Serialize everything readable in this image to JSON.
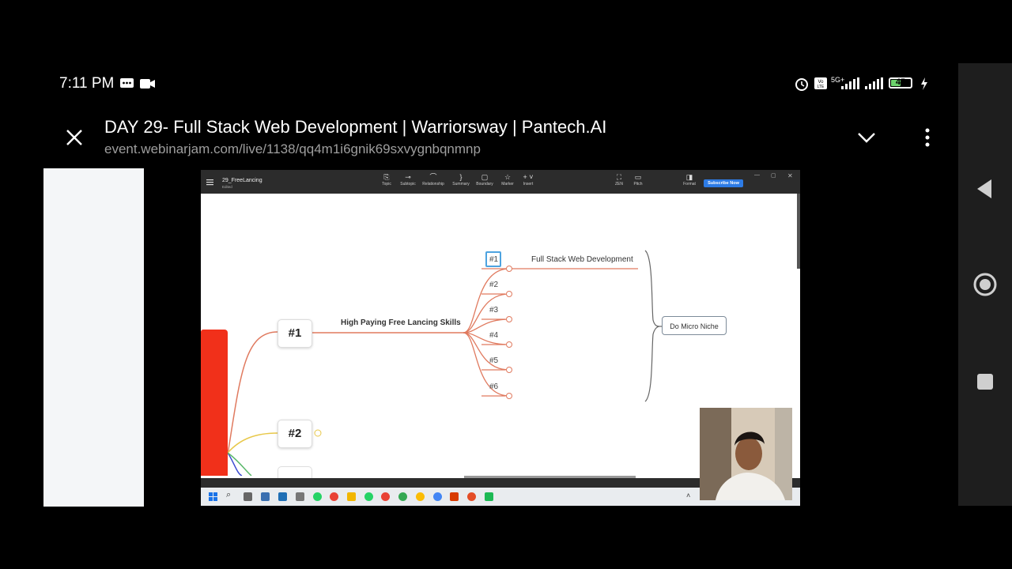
{
  "status_bar": {
    "time": "7:11 PM",
    "signal": "5G+",
    "battery": "45",
    "battery_level": 0.45
  },
  "browser": {
    "title": "DAY 29- Full Stack Web Development | Warriorsway | Pantech.AI",
    "url": "event.webinarjam.com/live/1138/qq4m1i6gnik69sxvygnbqnmnp"
  },
  "xmind": {
    "file_name": "29_FreeLancing",
    "file_status": "Edited",
    "toolbar": [
      {
        "label": "Topic",
        "icon": "topic-icon"
      },
      {
        "label": "Subtopic",
        "icon": "subtopic-icon"
      },
      {
        "label": "Relationship",
        "icon": "relationship-icon"
      },
      {
        "label": "Summary",
        "icon": "summary-icon"
      },
      {
        "label": "Boundary",
        "icon": "boundary-icon"
      },
      {
        "label": "Marker",
        "icon": "marker-icon"
      },
      {
        "label": "Insert",
        "icon": "plus-icon"
      },
      {
        "label": "ZEN",
        "icon": "zen-icon"
      },
      {
        "label": "Pitch",
        "icon": "pitch-icon"
      },
      {
        "label": "Format",
        "icon": "format-icon"
      }
    ],
    "subscribe_label": "Subscribe Now",
    "map": {
      "node1": "#1",
      "node2": "#2",
      "branch_label": "High Paying Free Lancing Skills",
      "sub_items": [
        "#1",
        "#2",
        "#3",
        "#4",
        "#5",
        "#6"
      ],
      "sub1_label": "Full Stack Web Development",
      "summary_label": "Do Micro Niche"
    }
  },
  "colors": {
    "branch": "#e07a5f",
    "accent": "#2d7be5",
    "root": "#f1301a"
  }
}
